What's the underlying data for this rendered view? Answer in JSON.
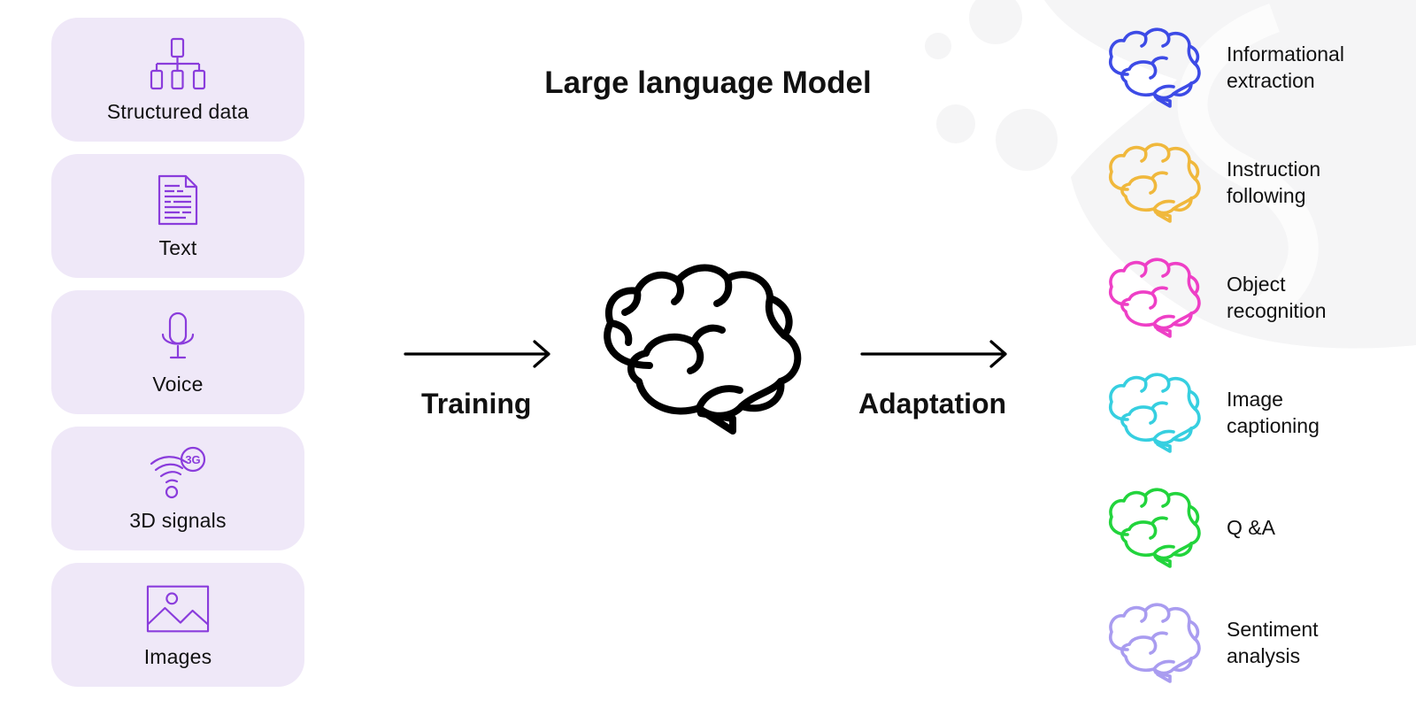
{
  "title": "Large language Model",
  "inputs": [
    {
      "label": "Structured data",
      "icon": "hierarchy-icon"
    },
    {
      "label": "Text",
      "icon": "document-icon"
    },
    {
      "label": "Voice",
      "icon": "microphone-icon"
    },
    {
      "label": "3D signals",
      "icon": "wifi-3g-icon"
    },
    {
      "label": "Images",
      "icon": "image-icon"
    }
  ],
  "training_label": "Training",
  "adaptation_label": "Adaptation",
  "outputs": [
    {
      "line1": "Informational",
      "line2": "extraction",
      "color": "#3d4be6",
      "icon": "brain-icon"
    },
    {
      "line1": "Instruction",
      "line2": "following",
      "color": "#f0b83c",
      "icon": "brain-icon"
    },
    {
      "line1": "Object",
      "line2": "recognition",
      "color": "#ee3fc6",
      "icon": "brain-icon"
    },
    {
      "line1": "Image",
      "line2": "captioning",
      "color": "#36cfe0",
      "icon": "brain-icon"
    },
    {
      "line1": "Q &A",
      "line2": "",
      "color": "#22d43c",
      "icon": "brain-icon"
    },
    {
      "line1": "Sentiment",
      "line2": "analysis",
      "color": "#a99cf0",
      "icon": "brain-icon"
    }
  ],
  "colors": {
    "card_bg": "#efe8f8",
    "icon_purple": "#8a3cdc",
    "center_brain": "#000000"
  }
}
